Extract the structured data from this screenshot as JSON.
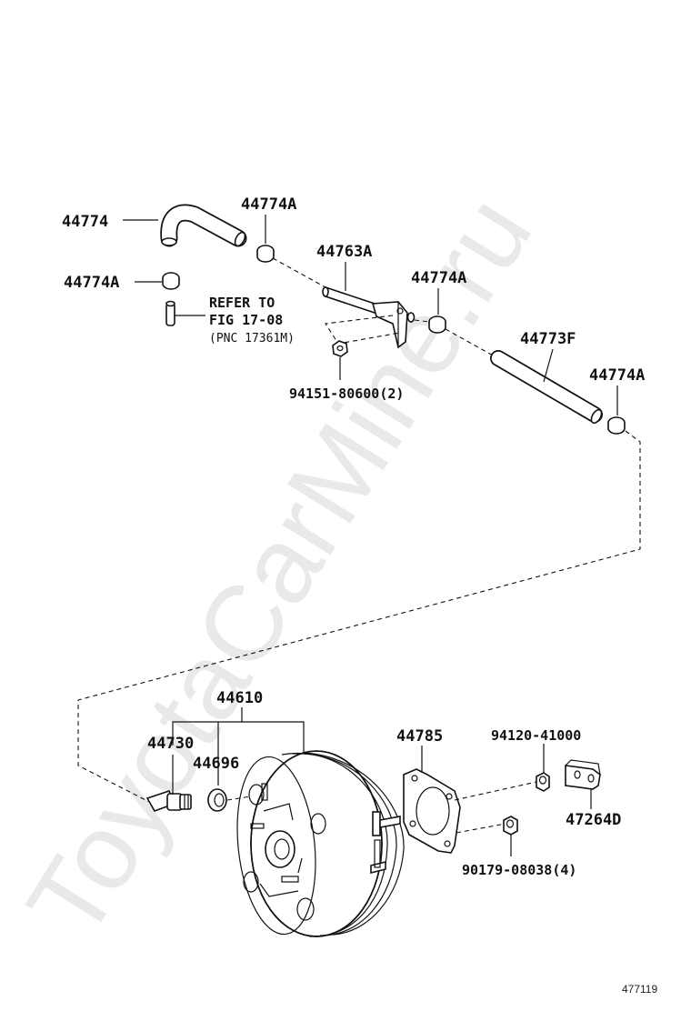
{
  "watermark": "ToyotaCarMine.ru",
  "figure_number": "477119",
  "refer_note": {
    "line1": "REFER TO",
    "line2": "FIG 17-08",
    "line3": "(PNC 17361M)"
  },
  "parts": {
    "hose_44774": "44774",
    "clip_a_top": "44774A",
    "clip_a_left": "44774A",
    "bracket_44763a": "44763A",
    "clip_a_mid": "44774A",
    "hose_44773f": "44773F",
    "clip_a_right": "44774A",
    "nut_94151": "94151-80600(2)",
    "booster_44610": "44610",
    "valve_44730": "44730",
    "grommet_44696": "44696",
    "gasket_44785": "44785",
    "nut_94120": "94120-41000",
    "yoke_47264d": "47264D",
    "nut_90179": "90179-08038(4)"
  }
}
